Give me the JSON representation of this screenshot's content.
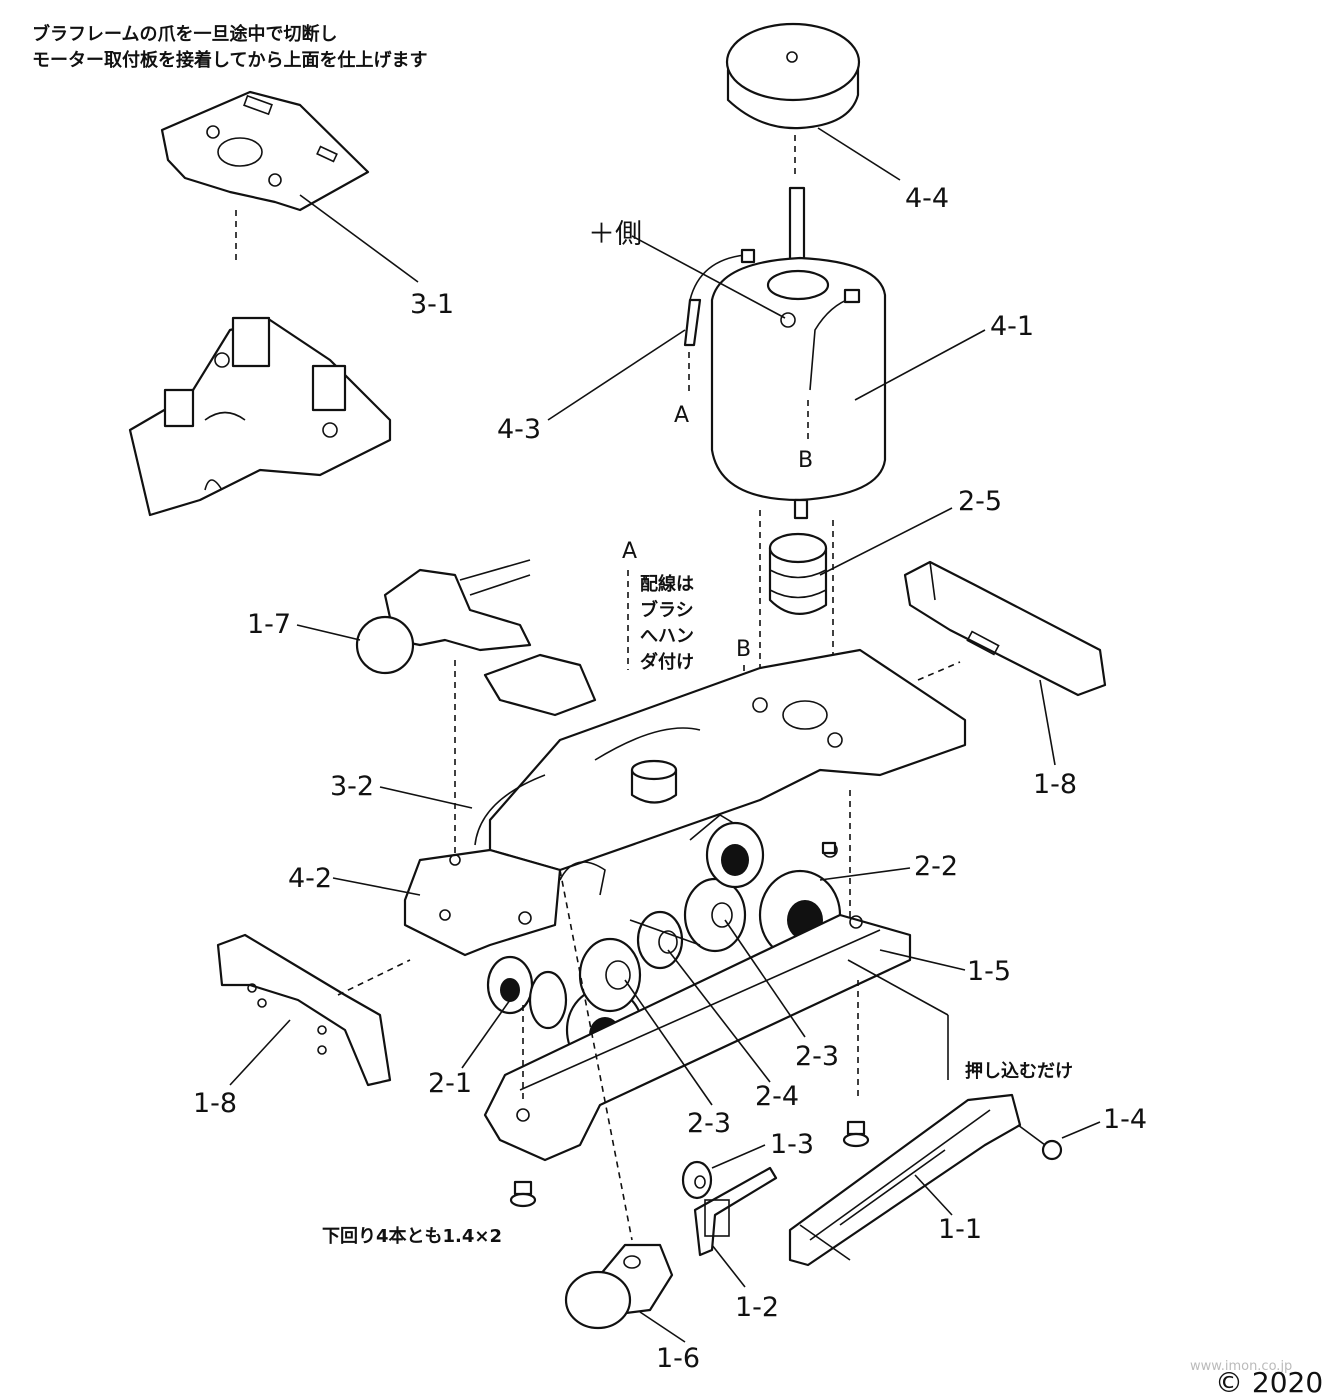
{
  "notes": {
    "top_line1": "ブラフレームの爪を一旦途中で切断し",
    "top_line2": "モーター取付板を接着してから上面を仕上げます",
    "wiring_1": "配線は",
    "wiring_2": "ブラシ",
    "wiring_3": "へハン",
    "wiring_4": "ダ付け",
    "push_in": "押し込むだけ",
    "screws": "下回り4本とも1.4×2",
    "plus_side": "＋側"
  },
  "markers": {
    "a1": "A",
    "a2": "A",
    "b1": "B",
    "b2": "B"
  },
  "labels": {
    "p4_4": "4-4",
    "p4_1": "4-1",
    "p4_3": "4-3",
    "p3_1": "3-1",
    "p2_5": "2-5",
    "p1_7": "1-7",
    "p1_8a": "1-8",
    "p3_2": "3-2",
    "p4_2": "4-2",
    "p2_2": "2-2",
    "p1_5": "1-5",
    "p1_8b": "1-8",
    "p2_1": "2-1",
    "p2_3a": "2-3",
    "p2_4": "2-4",
    "p2_3b": "2-3",
    "p1_4": "1-4",
    "p1_3": "1-3",
    "p1_1": "1-1",
    "p1_2": "1-2",
    "p1_6": "1-6"
  },
  "footer": {
    "watermark": "www.imon.co.jp",
    "copyright": "© 2020"
  }
}
